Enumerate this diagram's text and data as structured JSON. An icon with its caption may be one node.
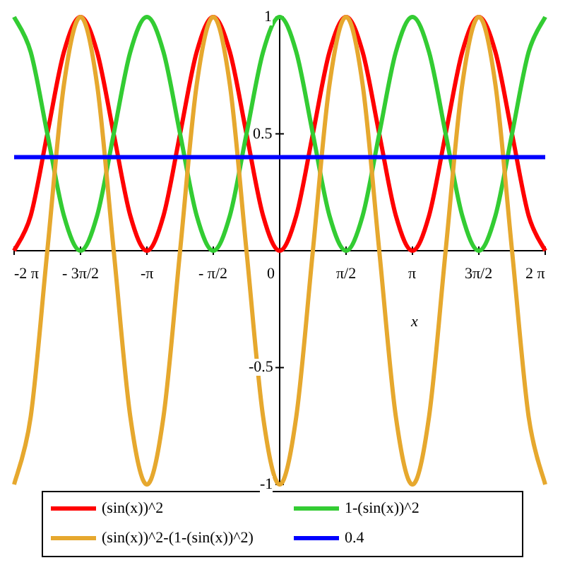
{
  "diagram": {
    "chart_data": {
      "type": "line",
      "xlabel": "x",
      "x": [
        -6.2832,
        -5.8905,
        -5.4978,
        -5.1051,
        -4.7124,
        -4.3197,
        -3.927,
        -3.5343,
        -3.1416,
        -2.7489,
        -2.3562,
        -1.9635,
        -1.5708,
        -1.1781,
        -0.7854,
        -0.3927,
        0,
        0.3927,
        0.7854,
        1.1781,
        1.5708,
        1.9635,
        2.3562,
        2.7489,
        3.1416,
        3.5343,
        3.927,
        4.3197,
        4.7124,
        5.1051,
        5.4978,
        5.8905,
        6.2832
      ],
      "series": [
        {
          "name": "(sin(x))^2",
          "color": "#ff0000",
          "values": [
            0,
            0.15,
            0.5,
            0.85,
            1,
            0.85,
            0.5,
            0.15,
            0,
            0.15,
            0.5,
            0.85,
            1,
            0.85,
            0.5,
            0.15,
            0,
            0.15,
            0.5,
            0.85,
            1,
            0.85,
            0.5,
            0.15,
            0,
            0.15,
            0.5,
            0.85,
            1,
            0.85,
            0.5,
            0.15,
            0
          ]
        },
        {
          "name": "1-(sin(x))^2",
          "color": "#33cc33",
          "values": [
            1,
            0.85,
            0.5,
            0.15,
            0,
            0.15,
            0.5,
            0.85,
            1,
            0.85,
            0.5,
            0.15,
            0,
            0.15,
            0.5,
            0.85,
            1,
            0.85,
            0.5,
            0.15,
            0,
            0.15,
            0.5,
            0.85,
            1,
            0.85,
            0.5,
            0.15,
            0,
            0.15,
            0.5,
            0.85,
            1
          ]
        },
        {
          "name": "(sin(x))^2-(1-(sin(x))^2)",
          "color": "#e6a82e",
          "values": [
            -1,
            -0.71,
            0,
            0.71,
            1,
            0.71,
            0,
            -0.71,
            -1,
            -0.71,
            0,
            0.71,
            1,
            0.71,
            0,
            -0.71,
            -1,
            -0.71,
            0,
            0.71,
            1,
            0.71,
            0,
            -0.71,
            -1,
            -0.71,
            0,
            0.71,
            1,
            0.71,
            0,
            -0.71,
            -1
          ]
        },
        {
          "name": "0.4",
          "color": "#0000ff",
          "values": [
            0.4,
            0.4,
            0.4,
            0.4,
            0.4,
            0.4,
            0.4,
            0.4,
            0.4,
            0.4,
            0.4,
            0.4,
            0.4,
            0.4,
            0.4,
            0.4,
            0.4,
            0.4,
            0.4,
            0.4,
            0.4,
            0.4,
            0.4,
            0.4,
            0.4,
            0.4,
            0.4,
            0.4,
            0.4,
            0.4,
            0.4,
            0.4,
            0.4
          ]
        }
      ],
      "legend": true,
      "xlim": [
        -6.2832,
        6.2832
      ],
      "ylim": [
        -1,
        1
      ],
      "xticks": [
        {
          "value": -6.2832,
          "label": "-2 π"
        },
        {
          "value": -4.7124,
          "label": "- 3π/2"
        },
        {
          "value": -3.1416,
          "label": "-π"
        },
        {
          "value": -1.5708,
          "label": "- π/2"
        },
        {
          "value": 0,
          "label": "0"
        },
        {
          "value": 1.5708,
          "label": "π/2"
        },
        {
          "value": 3.1416,
          "label": "π"
        },
        {
          "value": 4.7124,
          "label": "3π/2"
        },
        {
          "value": 6.2832,
          "label": "2 π"
        }
      ],
      "yticks": [
        -1,
        -0.5,
        0.5,
        1
      ]
    }
  }
}
